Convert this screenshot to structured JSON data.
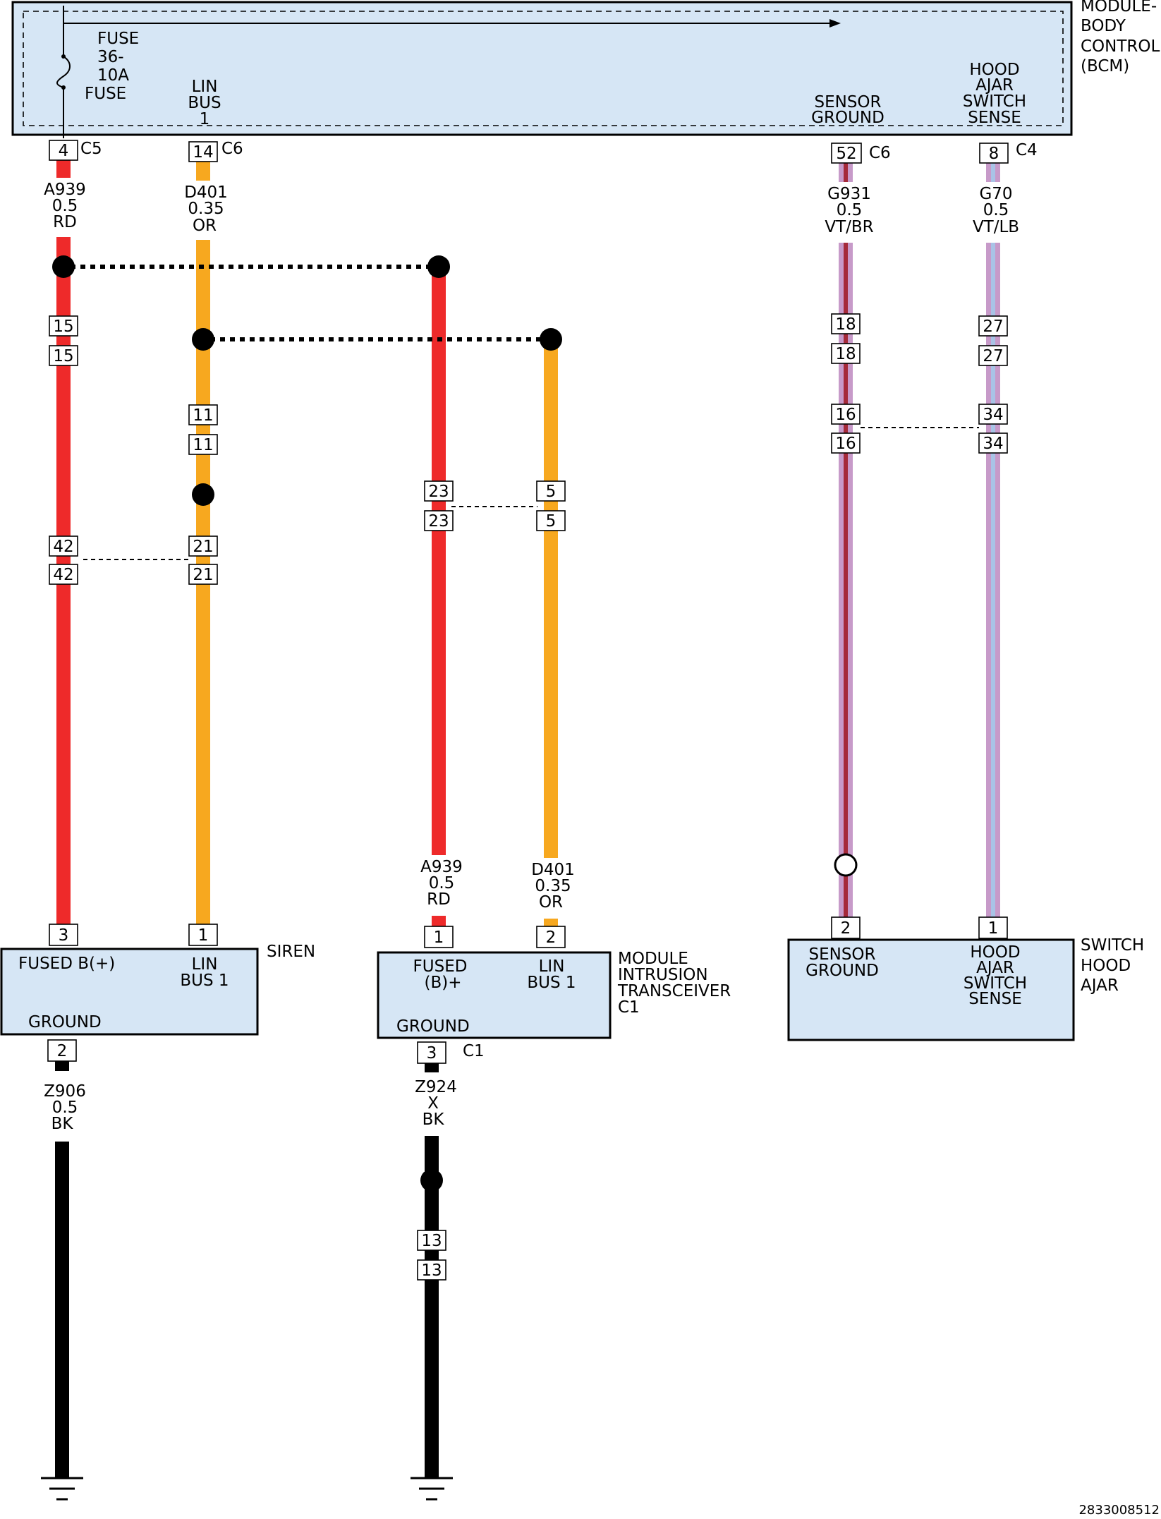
{
  "colors": {
    "rd": "#ee2a2a",
    "or": "#f7a81f",
    "bk": "#000000",
    "vt": "#c79ac9",
    "br": "#a52a3a",
    "lb": "#a9c3e6",
    "module_fill": "#d6e6f5"
  },
  "bcm": {
    "title": [
      "MODULE-",
      "BODY",
      "CONTROL",
      "(BCM)"
    ],
    "fuse_label": [
      "FUSE",
      "36-",
      "10A",
      "FUSE"
    ],
    "lin_label": [
      "LIN",
      "BUS",
      "1"
    ],
    "sensor_label": [
      "SENSOR",
      "GROUND"
    ],
    "hood_label": [
      "HOOD",
      "AJAR",
      "SWITCH",
      "SENSE"
    ]
  },
  "pins": {
    "p4": "4",
    "c5": "C5",
    "p14": "14",
    "c6a": "C6",
    "p52": "52",
    "c6b": "C6",
    "p8": "8",
    "c4": "C4",
    "p15a": "15",
    "p15b": "15",
    "p11a": "11",
    "p11b": "11",
    "p42a": "42",
    "p42b": "42",
    "p21a": "21",
    "p21b": "21",
    "p23a": "23",
    "p23b": "23",
    "p5a": "5",
    "p5b": "5",
    "p18a": "18",
    "p18b": "18",
    "p27a": "27",
    "p27b": "27",
    "p16a": "16",
    "p16b": "16",
    "p34a": "34",
    "p34b": "34",
    "siren3": "3",
    "siren1": "1",
    "siren2": "2",
    "mit1": "1",
    "mit2": "2",
    "mit3": "3",
    "mit_c1": "C1",
    "sw2": "2",
    "sw1": "1",
    "p13a": "13",
    "p13b": "13"
  },
  "wires": {
    "a939_top": [
      "A939",
      "0.5",
      "RD"
    ],
    "d401_top": [
      "D401",
      "0.35",
      "OR"
    ],
    "g931": [
      "G931",
      "0.5",
      "VT/BR"
    ],
    "g70": [
      "G70",
      "0.5",
      "VT/LB"
    ],
    "a939_mid": [
      "A939",
      "0.5",
      "RD"
    ],
    "d401_mid": [
      "D401",
      "0.35",
      "OR"
    ],
    "z906": [
      "Z906",
      "0.5",
      "BK"
    ],
    "z924": [
      "Z924",
      "X",
      "BK"
    ]
  },
  "siren": {
    "title": "SIREN",
    "fused": "FUSED B(+)",
    "lin": [
      "LIN",
      "BUS 1"
    ],
    "ground": "GROUND"
  },
  "mit": {
    "title": [
      "MODULE",
      "INTRUSION",
      "TRANSCEIVER",
      "C1"
    ],
    "fused": [
      "FUSED",
      "(B)+"
    ],
    "lin": [
      "LIN",
      "BUS 1"
    ],
    "ground": "GROUND"
  },
  "switch": {
    "title": [
      "SWITCH",
      "HOOD",
      "AJAR"
    ],
    "sensor": [
      "SENSOR",
      "GROUND"
    ],
    "hood": [
      "HOOD",
      "AJAR",
      "SWITCH",
      "SENSE"
    ]
  },
  "diagram_id": "2833008512"
}
